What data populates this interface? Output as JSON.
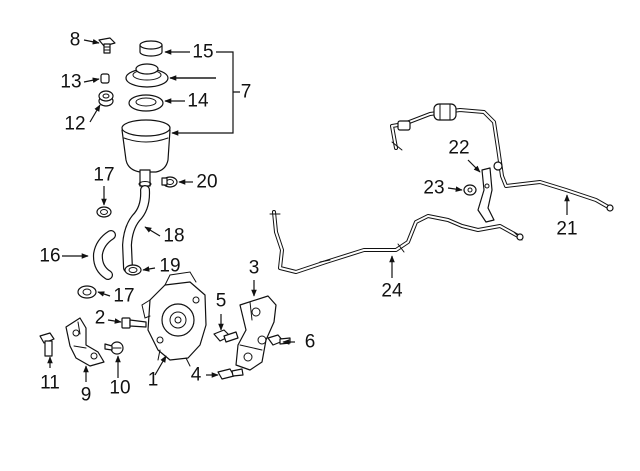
{
  "callouts": {
    "c1": "1",
    "c2": "2",
    "c3": "3",
    "c4": "4",
    "c5": "5",
    "c6": "6",
    "c7": "7",
    "c8": "8",
    "c9": "9",
    "c10": "10",
    "c11": "11",
    "c12": "12",
    "c13": "13",
    "c14": "14",
    "c15": "15",
    "c16": "16",
    "c17a": "17",
    "c17b": "17",
    "c18": "18",
    "c19": "19",
    "c20": "20",
    "c21": "21",
    "c22": "22",
    "c23": "23",
    "c24": "24"
  }
}
